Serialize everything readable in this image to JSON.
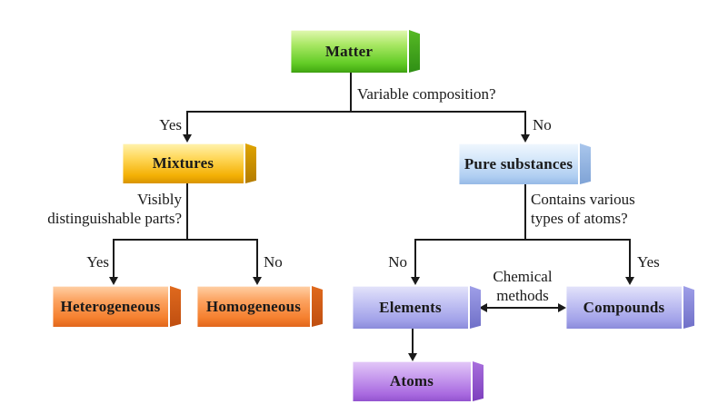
{
  "nodes": {
    "matter": {
      "label": "Matter",
      "fill_top": "#e2f8b2",
      "fill_bottom": "#46ad14",
      "side": "#2f8f15"
    },
    "mixtures": {
      "label": "Mixtures",
      "fill_top": "#fff3b0",
      "fill_bottom": "#f4b105",
      "side": "#b47c00"
    },
    "pure_substances": {
      "label": "Pure substances",
      "fill_top": "#f0f7fe",
      "fill_bottom": "#aecdf1",
      "side": "#7fa3d6"
    },
    "heterogeneous": {
      "label": "Heterogeneous",
      "fill_top": "#ffd0a6",
      "fill_bottom": "#f5802f",
      "side": "#bf4e10"
    },
    "homogeneous": {
      "label": "Homogeneous",
      "fill_top": "#ffd0a6",
      "fill_bottom": "#f5802f",
      "side": "#bf4e10"
    },
    "elements": {
      "label": "Elements",
      "fill_top": "#e4e4fa",
      "fill_bottom": "#a2a2e9",
      "side": "#6f6fc8"
    },
    "compounds": {
      "label": "Compounds",
      "fill_top": "#e4e4fa",
      "fill_bottom": "#a2a2e9",
      "side": "#6f6fc8"
    },
    "atoms": {
      "label": "Atoms",
      "fill_top": "#e3c8f8",
      "fill_bottom": "#a96ae0",
      "side": "#7d3fbd"
    }
  },
  "edge_labels": {
    "variable_composition": "Variable composition?",
    "yes_to_mixtures": "Yes",
    "no_to_pure": "No",
    "visibly_line1": "Visibly",
    "visibly_line2": "distinguishable parts?",
    "contains_line1": "Contains various",
    "contains_line2": "types of atoms?",
    "yes_to_heterogeneous": "Yes",
    "no_to_homogeneous": "No",
    "no_to_elements": "No",
    "yes_to_compounds": "Yes",
    "chemical_line1": "Chemical",
    "chemical_line2": "methods"
  },
  "colors": {
    "line": "#1a1a1a",
    "text": "#1a1a1a",
    "background": "#ffffff"
  }
}
